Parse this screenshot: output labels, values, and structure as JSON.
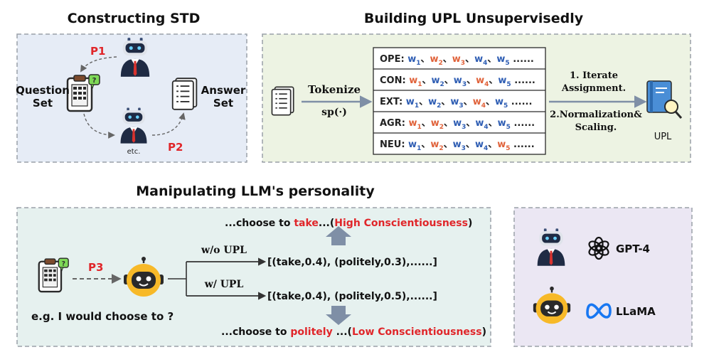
{
  "colors": {
    "panel1_bg": "#e6ecf6",
    "panel2_bg": "#edf3e3",
    "panel3_bg": "#e6f1ef",
    "panel4_bg": "#ebe7f3",
    "blue_word": "#2e5db3",
    "orange_word": "#e0623a",
    "red_text": "#e0262a",
    "arrow_gray": "#7f8fa6"
  },
  "std": {
    "title": "Constructing STD",
    "p1": "P1",
    "p2": "P2",
    "question_line1": "Question",
    "question_line2": "Set",
    "answer_line1": "Answer",
    "answer_line2": "Set",
    "etc": "etc."
  },
  "upl": {
    "title": "Building UPL Unsupervisedly",
    "tokenize": "Tokenize",
    "sp": "sp(·)",
    "rows": [
      {
        "label": "OPE:",
        "words": [
          "w1",
          "w2",
          "w3",
          "w4",
          "w5"
        ],
        "colors": [
          "blue",
          "orange",
          "orange",
          "blue",
          "blue"
        ]
      },
      {
        "label": "CON:",
        "words": [
          "w1",
          "w2",
          "w3",
          "w4",
          "w5"
        ],
        "colors": [
          "orange",
          "blue",
          "blue",
          "orange",
          "blue"
        ]
      },
      {
        "label": "EXT:",
        "words": [
          "w1",
          "w2",
          "w3",
          "w4",
          "w5"
        ],
        "colors": [
          "blue",
          "blue",
          "blue",
          "orange",
          "blue"
        ]
      },
      {
        "label": "AGR:",
        "words": [
          "w1",
          "w2",
          "w3",
          "w4",
          "w5"
        ],
        "colors": [
          "orange",
          "orange",
          "blue",
          "blue",
          "blue"
        ]
      },
      {
        "label": "NEU:",
        "words": [
          "w1",
          "w2",
          "w3",
          "w4",
          "w5"
        ],
        "colors": [
          "blue",
          "orange",
          "blue",
          "blue",
          "orange"
        ]
      }
    ],
    "ellipsis": "......",
    "step1_line1": "1. Iterate",
    "step1_line2": "Assignment.",
    "step2_line1": "2.Normalization&",
    "step2_line2": "Scaling.",
    "upl_label": "UPL"
  },
  "manip": {
    "title": "Manipulating LLM's personality",
    "p3": "P3",
    "example": "e.g. I would choose to ?",
    "wo_upl": "w/o UPL",
    "w_upl": "w/  UPL",
    "list1": "[(take,0.4), (politely,0.3),......]",
    "list2": "[(take,0.4), (politely,0.5),......]",
    "high_pre": "...choose to ",
    "high_word": "take",
    "high_post": "...(",
    "high_label": "High Conscientiousness",
    "high_close": ")",
    "low_pre": "...choose to ",
    "low_word": "politely",
    "low_post": " ...(",
    "low_label": "Low Conscientiousness",
    "low_close": ")"
  },
  "models": {
    "gpt": "GPT-4",
    "llama": "LLaMA"
  }
}
